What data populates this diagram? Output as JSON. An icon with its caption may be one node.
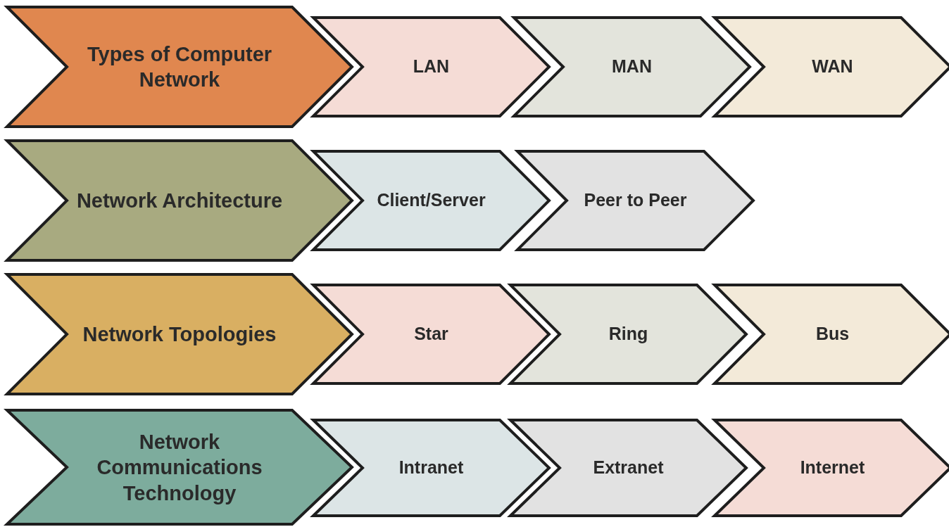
{
  "diagram": {
    "nodes": [
      {
        "text": [
          "Types of Computer Network"
        ]
      },
      {
        "text": [
          "LAN"
        ]
      },
      {
        "text": [
          "MAN"
        ]
      },
      {
        "text": [
          "WAN"
        ]
      },
      {
        "text": [
          "Network Architecture"
        ]
      },
      {
        "text": [
          "Client/Server"
        ]
      },
      {
        "text": [
          "Peer to Peer"
        ]
      },
      {
        "text": [
          "Network Topologies"
        ]
      },
      {
        "text": [
          "Star"
        ]
      },
      {
        "text": [
          "Ring"
        ]
      },
      {
        "text": [
          "Bus"
        ]
      },
      {
        "text": [
          "Network Communications Technology"
        ]
      },
      {
        "text": [
          "Intranet"
        ]
      },
      {
        "text": [
          "Extranet"
        ]
      },
      {
        "text": [
          "Internet"
        ]
      }
    ]
  }
}
